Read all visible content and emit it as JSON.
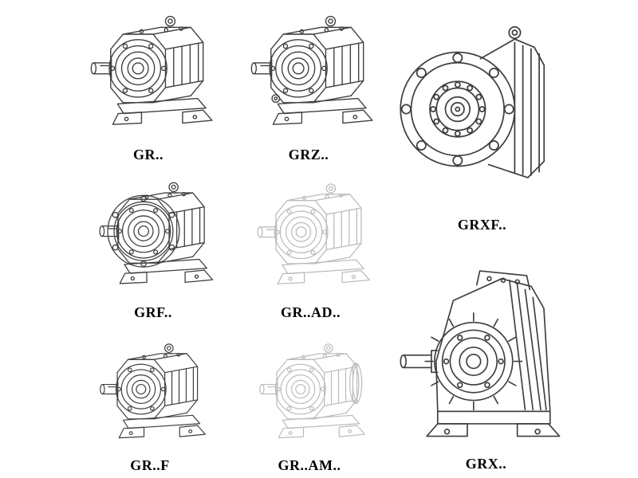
{
  "page": {
    "background": "#ffffff",
    "description": "Catalog sheet of helical gear reducer models shown as isometric technical line drawings"
  },
  "colors": {
    "line": "#3f3f3f",
    "label": "#000000",
    "faded_opacity": 0.35,
    "background": "#ffffff"
  },
  "figures": [
    {
      "key": "gr",
      "label": "GR..",
      "style": "solid"
    },
    {
      "key": "grz",
      "label": "GRZ..",
      "style": "solid"
    },
    {
      "key": "grxf",
      "label": "GRXF..",
      "style": "solid"
    },
    {
      "key": "grf",
      "label": "GRF..",
      "style": "solid"
    },
    {
      "key": "gr_ad",
      "label": "GR..AD..",
      "style": "faded"
    },
    {
      "key": "gr_f",
      "label": "GR..F",
      "style": "solid"
    },
    {
      "key": "gr_am",
      "label": "GR..AM..",
      "style": "faded"
    },
    {
      "key": "grx",
      "label": "GRX..",
      "style": "solid"
    }
  ]
}
